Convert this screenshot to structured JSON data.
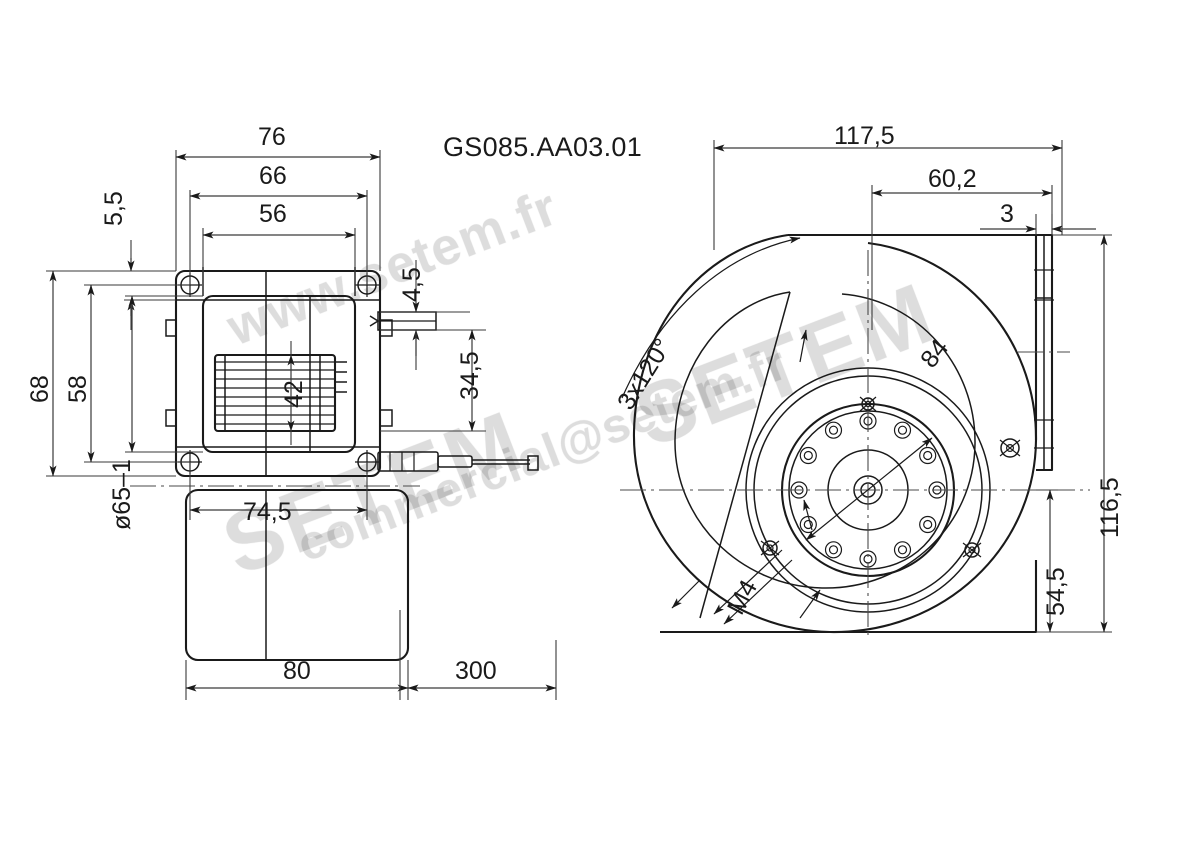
{
  "drawing": {
    "title": "GS085.AA03.01",
    "product_type": "centrifugal blower / radial fan",
    "units": "mm",
    "background_color": "#ffffff",
    "line_color": "#1a1a1a",
    "views": [
      {
        "name": "front-view",
        "description": "motor side rectangular housing with 4 corner mounting holes and finned motor block"
      },
      {
        "name": "side-view",
        "description": "scroll housing with impeller, bolt circle and mounting bracket"
      }
    ]
  },
  "watermarks": {
    "url": "www.setem.fr",
    "email": "commercial@setem.fr",
    "brand_left": "SETEM",
    "brand_right": "SETEM",
    "color": "#000000",
    "opacity": "0.13"
  },
  "dimensions": {
    "front_view": {
      "top": [
        {
          "id": "dim-76",
          "value": "76"
        },
        {
          "id": "dim-66",
          "value": "66"
        },
        {
          "id": "dim-56",
          "value": "56"
        }
      ],
      "left": [
        {
          "id": "dim-5-5",
          "value": "5,5"
        },
        {
          "id": "dim-68",
          "value": "68"
        },
        {
          "id": "dim-58",
          "value": "58"
        },
        {
          "id": "dim-d65",
          "value": "ø65–1"
        }
      ],
      "inner": [
        {
          "id": "dim-42",
          "value": "42"
        },
        {
          "id": "dim-74-5",
          "value": "74,5"
        }
      ],
      "right": [
        {
          "id": "dim-4-5",
          "value": "4,5"
        },
        {
          "id": "dim-34-5",
          "value": "34,5"
        }
      ],
      "bottom": [
        {
          "id": "dim-80",
          "value": "80"
        },
        {
          "id": "dim-300",
          "value": "300"
        }
      ]
    },
    "side_view": {
      "top": [
        {
          "id": "dim-117-5",
          "value": "117,5"
        },
        {
          "id": "dim-60-2",
          "value": "60,2"
        },
        {
          "id": "dim-3",
          "value": "3"
        }
      ],
      "right": [
        {
          "id": "dim-116-5",
          "value": "116,5"
        },
        {
          "id": "dim-54-5",
          "value": "54,5"
        }
      ],
      "callouts": [
        {
          "id": "callout-3x120",
          "value": "3x120°"
        },
        {
          "id": "callout-84",
          "value": "84"
        },
        {
          "id": "callout-m4",
          "value": "M4"
        }
      ]
    }
  }
}
